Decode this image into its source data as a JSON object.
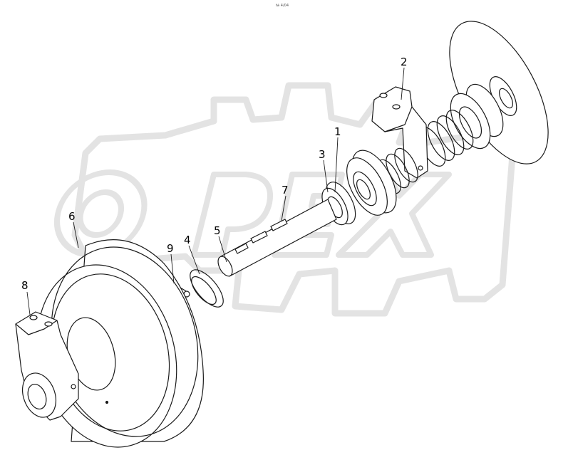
{
  "header": {
    "ref_code": "№ 4/04"
  },
  "watermark": {
    "text": "OPEX",
    "color": "#e6e6e6"
  },
  "colors": {
    "line": "#1a1a1a",
    "watermark": "#e6e6e6",
    "background": "#ffffff"
  },
  "callouts": [
    {
      "id": "1",
      "label": "1"
    },
    {
      "id": "2",
      "label": "2"
    },
    {
      "id": "3",
      "label": "3"
    },
    {
      "id": "4",
      "label": "4"
    },
    {
      "id": "5",
      "label": "5"
    },
    {
      "id": "6",
      "label": "6"
    },
    {
      "id": "7",
      "label": "7"
    },
    {
      "id": "8",
      "label": "8"
    },
    {
      "id": "9",
      "label": "9"
    }
  ]
}
